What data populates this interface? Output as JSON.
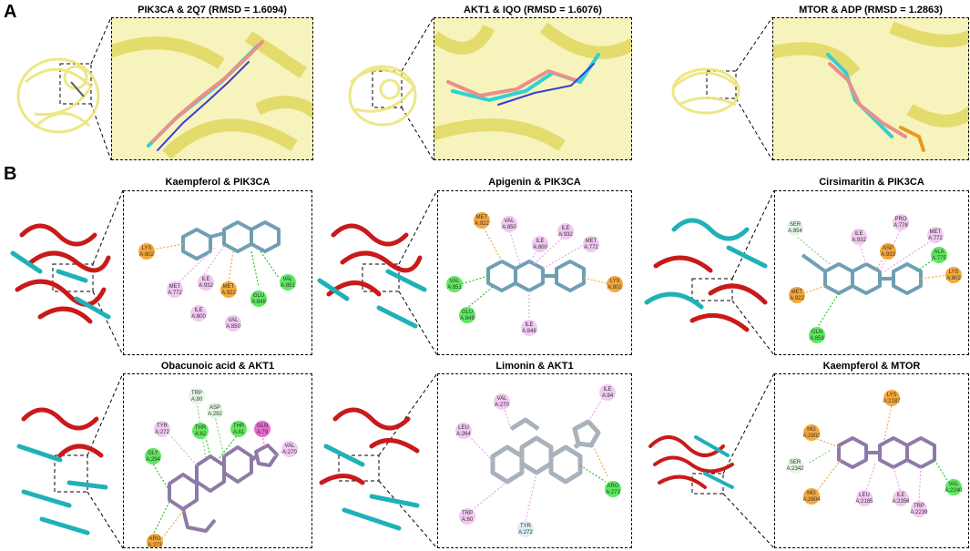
{
  "panel_labels": {
    "a": "A",
    "b": "B"
  },
  "row_a": [
    {
      "title": "PIK3CA & 2Q7 (RMSD = 1.6094)"
    },
    {
      "title": "AKT1 & IQO (RMSD = 1.6076)"
    },
    {
      "title": "MTOR & ADP (RMSD = 1.2863)"
    }
  ],
  "row_b": [
    {
      "title": "Kaempferol & PIK3CA",
      "residues": [
        {
          "label": "LYS\nA:802",
          "kind": "orange"
        },
        {
          "label": "MET\nA:772",
          "kind": "pink"
        },
        {
          "label": "ILE\nA:932",
          "kind": "pink"
        },
        {
          "label": "MET\nA:922",
          "kind": "orange"
        },
        {
          "label": "ILE\nA:800",
          "kind": "pink"
        },
        {
          "label": "VAL\nA:850",
          "kind": "pink"
        },
        {
          "label": "GLU\nA:849",
          "kind": "green"
        },
        {
          "label": "VAL\nA:851",
          "kind": "green"
        }
      ]
    },
    {
      "title": "Apigenin & PIK3CA",
      "residues": [
        {
          "label": "MET\nA:922",
          "kind": "orange"
        },
        {
          "label": "VAL\nA:850",
          "kind": "pink"
        },
        {
          "label": "ILE\nA:932",
          "kind": "pink"
        },
        {
          "label": "ILE\nA:800",
          "kind": "pink"
        },
        {
          "label": "MET\nA:772",
          "kind": "pink"
        },
        {
          "label": "VAL\nA:851",
          "kind": "green"
        },
        {
          "label": "LYS\nA:802",
          "kind": "orange"
        },
        {
          "label": "GLU\nA:849",
          "kind": "green"
        },
        {
          "label": "ILE\nA:848",
          "kind": "pink"
        }
      ]
    },
    {
      "title": "Cirsimaritin & PIK3CA",
      "residues": [
        {
          "label": "SER\nA:854",
          "kind": "pale"
        },
        {
          "label": "PRO\nA:778",
          "kind": "pink"
        },
        {
          "label": "ILE\nA:932",
          "kind": "pink"
        },
        {
          "label": "MET\nA:772",
          "kind": "pink"
        },
        {
          "label": "ASP\nA:933",
          "kind": "orange"
        },
        {
          "label": "ALA\nA:775",
          "kind": "green"
        },
        {
          "label": "LYS\nA:802",
          "kind": "orange"
        },
        {
          "label": "MET\nA:922",
          "kind": "orange"
        },
        {
          "label": "GLN\nA:859",
          "kind": "green"
        }
      ]
    },
    {
      "title": "Obacunoic acid & AKT1",
      "residues": [
        {
          "label": "TRP\nA:80",
          "kind": "pale"
        },
        {
          "label": "TYR\nA:272",
          "kind": "pink"
        },
        {
          "label": "ASP\nA:292",
          "kind": "pale"
        },
        {
          "label": "THR\nA:82",
          "kind": "green"
        },
        {
          "label": "THR\nA:81",
          "kind": "green"
        },
        {
          "label": "GLN\nA:79",
          "kind": "magenta"
        },
        {
          "label": "GLY\nA:294",
          "kind": "green"
        },
        {
          "label": "VAL\nA:270",
          "kind": "pink"
        },
        {
          "label": "ARG\nA:273",
          "kind": "orange"
        }
      ]
    },
    {
      "title": "Limonin & AKT1",
      "residues": [
        {
          "label": "VAL\nA:270",
          "kind": "pink"
        },
        {
          "label": "ILE\nA:84",
          "kind": "pink"
        },
        {
          "label": "LEU\nA:264",
          "kind": "pink"
        },
        {
          "label": "ARG\nA:273",
          "kind": "green"
        },
        {
          "label": "TRP\nA:80",
          "kind": "pink"
        },
        {
          "label": "TYR\nA:272",
          "kind": "paleblue"
        }
      ]
    },
    {
      "title": "Kaempferol & MTOR",
      "residues": [
        {
          "label": "LYS\nA:2187",
          "kind": "orange"
        },
        {
          "label": "MG\nA:2802",
          "kind": "orange"
        },
        {
          "label": "SER\nA:2342",
          "kind": "pale"
        },
        {
          "label": "MG\nA:2604",
          "kind": "orange"
        },
        {
          "label": "LEU\nA:2185",
          "kind": "pink"
        },
        {
          "label": "ILE\nA:2356",
          "kind": "pink"
        },
        {
          "label": "TRP\nA:2239",
          "kind": "pink"
        },
        {
          "label": "VAL\nA:2240",
          "kind": "green"
        }
      ]
    }
  ],
  "colors": {
    "green": "#5fe85f",
    "orange": "#f5a83c",
    "pink": "#f1c9f1",
    "magenta": "#e86ad2",
    "pale": "#e4f6e4",
    "paleblue": "#dceef3",
    "ligand_blue": "#6f9fb5",
    "ligand_purple": "#8e7aa8",
    "cartoon_yellow": "#ece57a",
    "helix_red": "#c91a1a",
    "sheet_cyan": "#1fb1b8"
  }
}
